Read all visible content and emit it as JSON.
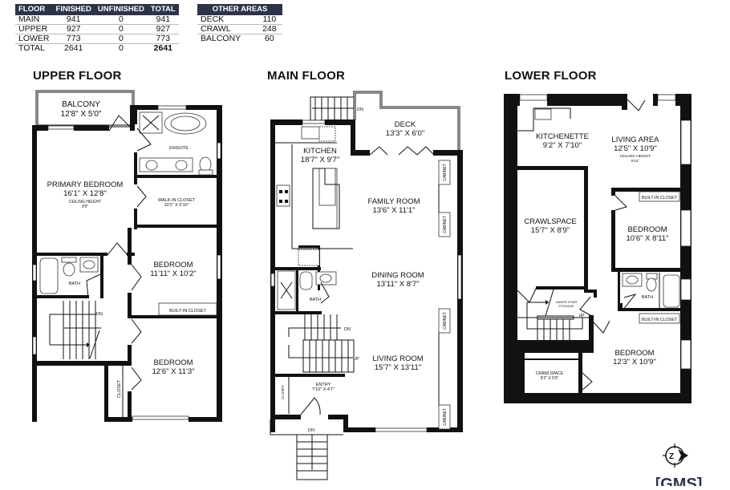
{
  "summary_table": {
    "headers": [
      "FLOOR",
      "FINISHED",
      "UNFINISHED",
      "TOTAL"
    ],
    "rows": [
      {
        "floor": "MAIN",
        "finished": "941",
        "unfinished": "0",
        "total": "941"
      },
      {
        "floor": "UPPER",
        "finished": "927",
        "unfinished": "0",
        "total": "927"
      },
      {
        "floor": "LOWER",
        "finished": "773",
        "unfinished": "0",
        "total": "773"
      },
      {
        "floor": "TOTAL",
        "finished": "2641",
        "unfinished": "0",
        "total": "2641"
      }
    ]
  },
  "other_areas": {
    "header": "OTHER AREAS",
    "rows": [
      {
        "name": "DECK",
        "value": "110"
      },
      {
        "name": "CRAWL",
        "value": "248"
      },
      {
        "name": "BALCONY",
        "value": "60"
      }
    ]
  },
  "upper_floor": {
    "title": "UPPER FLOOR",
    "rooms": {
      "balcony": {
        "name": "BALCONY",
        "dims": "12'8\" X 5'0\""
      },
      "primary": {
        "name": "PRIMARY BEDROOM",
        "dims": "16'1\" X 12'8\"",
        "note1": "CEILING HEIGHT",
        "note2": "9'0\""
      },
      "ensuite": {
        "name": "ENSUITE"
      },
      "walkin": {
        "name": "WALK-IN CLOSET",
        "dims": "10'2\" X 5'10\""
      },
      "bedroom1": {
        "name": "BEDROOM",
        "dims": "11'11\" X 10'2\""
      },
      "builtin": {
        "name": "BUILT-IN CLOSET"
      },
      "bath": {
        "name": "BATH"
      },
      "stairs_dn": {
        "name": "DN"
      },
      "bedroom2": {
        "name": "BEDROOM",
        "dims": "12'6\" X 11'3\""
      },
      "closet": {
        "name": "CLOSET"
      }
    }
  },
  "main_floor": {
    "title": "MAIN FLOOR",
    "rooms": {
      "deck": {
        "name": "DECK",
        "dims": "13'3\" X 6'0\""
      },
      "deck_dn": {
        "name": "DN"
      },
      "kitchen": {
        "name": "KITCHEN",
        "dims": "18'7\" X 9'7\""
      },
      "family": {
        "name": "FAMILY ROOM",
        "dims": "13'6\" X 11'1\""
      },
      "dining": {
        "name": "DINING ROOM",
        "dims": "13'11\" X 8'7\""
      },
      "living": {
        "name": "LIVING ROOM",
        "dims": "15'7\" X 13'11\""
      },
      "bath": {
        "name": "BATH"
      },
      "entry": {
        "name": "ENTRY",
        "dims": "7'10\" X 4'7\""
      },
      "closet": {
        "name": "CLOSET"
      },
      "stairs_dn": {
        "name": "DN"
      },
      "stairs_up": {
        "name": "UP"
      },
      "front_dn": {
        "name": "DN"
      },
      "cabinet": {
        "name": "CABINET"
      }
    }
  },
  "lower_floor": {
    "title": "LOWER FLOOR",
    "rooms": {
      "kitchenette": {
        "name": "KITCHENETTE",
        "dims": "9'2\" X 7'10\""
      },
      "living": {
        "name": "LIVING AREA",
        "dims": "12'5\" X 10'9\"",
        "note1": "CEILING HEIGHT",
        "note2": "8'11\""
      },
      "crawl1": {
        "name": "CRAWLSPACE",
        "dims": "15'7\" X 8'9\""
      },
      "builtin1": {
        "name": "BUILT-IN CLOSET"
      },
      "bedroom1": {
        "name": "BEDROOM",
        "dims": "10'6\" X 8'11\""
      },
      "bath": {
        "name": "BATH"
      },
      "storage1": {
        "name": "UNDER STAIR"
      },
      "storage2": {
        "name": "STORAGE"
      },
      "stairs_up": {
        "name": "UP"
      },
      "builtin2": {
        "name": "BUILT-IN CLOSET"
      },
      "bedroom2": {
        "name": "BEDROOM",
        "dims": "12'3\" X 10'9\""
      },
      "crawl2": {
        "name": "CRAWLSPACE",
        "dims": "9'2\" X 5'0\""
      }
    }
  },
  "logo": {
    "text": "[GMS]",
    "compass_letter": "Z",
    "icon": "north-compass-icon"
  },
  "colors": {
    "header_bg": "#2d3348",
    "wall": "#111111",
    "background": "#ffffff"
  }
}
